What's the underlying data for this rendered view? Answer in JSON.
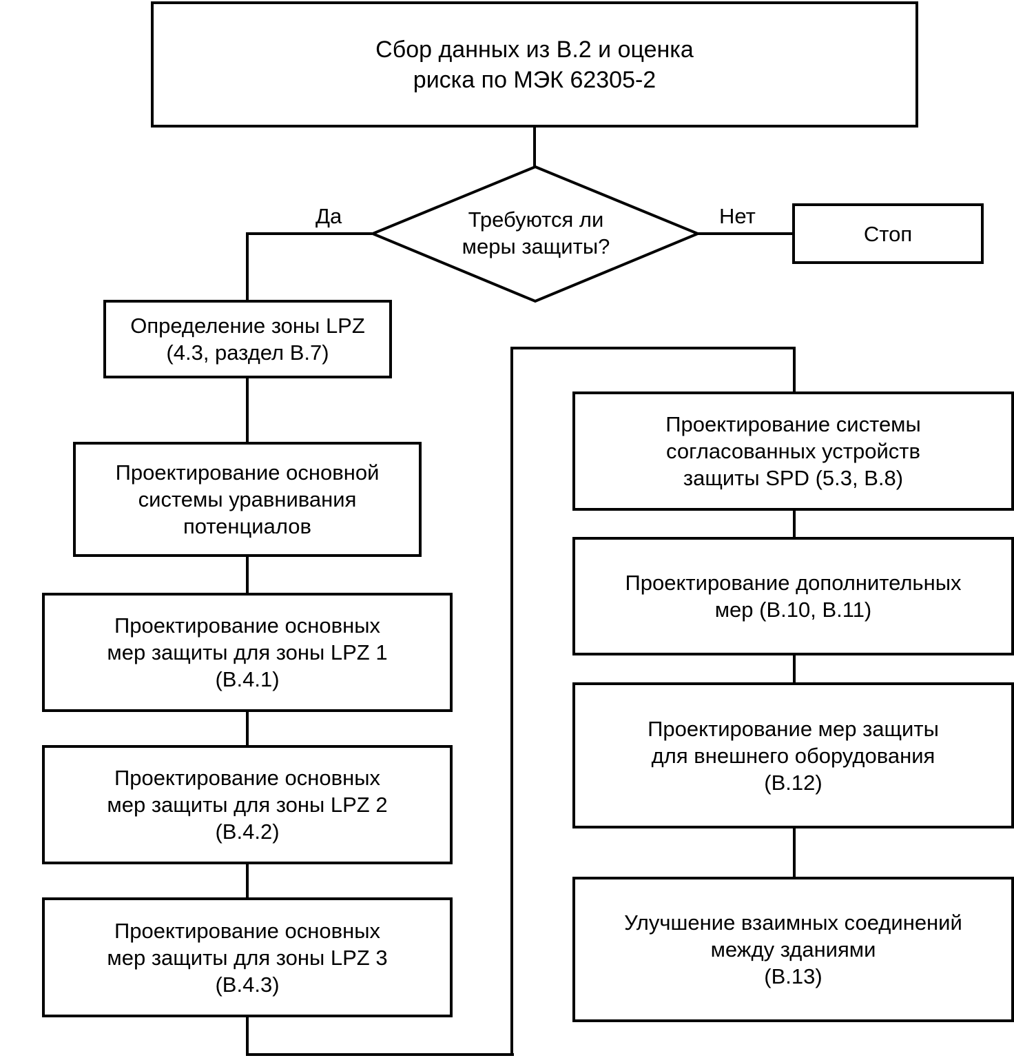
{
  "flowchart": {
    "start": {
      "lines": [
        "Сбор данных  из B.2 и оценка",
        "риска по МЭК 62305-2"
      ]
    },
    "decision": {
      "lines": [
        "Требуются ли",
        "меры защиты?"
      ],
      "yes_label": "Да",
      "no_label": "Нет"
    },
    "stop": {
      "lines": [
        "Стоп"
      ]
    },
    "left_column": [
      {
        "lines": [
          "Определение зоны LPZ",
          "(4.3, раздел B.7)"
        ]
      },
      {
        "lines": [
          "Проектирование основной",
          "системы уравнивания",
          "потенциалов"
        ]
      },
      {
        "lines": [
          "Проектирование основных",
          "мер защиты для зоны LPZ 1",
          "(B.4.1)"
        ]
      },
      {
        "lines": [
          "Проектирование основных",
          "мер защиты для зоны LPZ 2",
          "(B.4.2)"
        ]
      },
      {
        "lines": [
          "Проектирование основных",
          "мер защиты для зоны LPZ 3",
          "(B.4.3)"
        ]
      }
    ],
    "right_column": [
      {
        "lines": [
          "Проектирование системы",
          "согласованных устройств",
          "защиты SPD (5.3, B.8)"
        ]
      },
      {
        "lines": [
          "Проектирование дополнительных",
          "мер (B.10, B.11)"
        ]
      },
      {
        "lines": [
          "Проектирование мер защиты",
          "для внешнего оборудования",
          "(B.12)"
        ]
      },
      {
        "lines": [
          "Улучшение взаимных соединений",
          "между зданиями",
          "(B.13)"
        ]
      }
    ]
  }
}
